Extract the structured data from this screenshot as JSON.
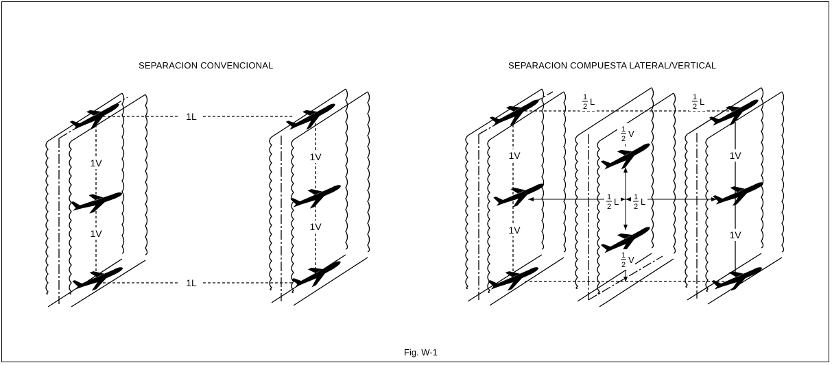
{
  "left_panel": {
    "title": "SEPARACION CONVENCIONAL",
    "lateral_label": "1L",
    "vertical_label": "1V"
  },
  "right_panel": {
    "title": "SEPARACION COMPUESTA LATERAL/VERTICAL",
    "full_vertical_label": "1V",
    "half_num": "1",
    "half_den": "2",
    "lateral_unit": "L",
    "vertical_unit": "V"
  },
  "caption": "Fig. W-1"
}
